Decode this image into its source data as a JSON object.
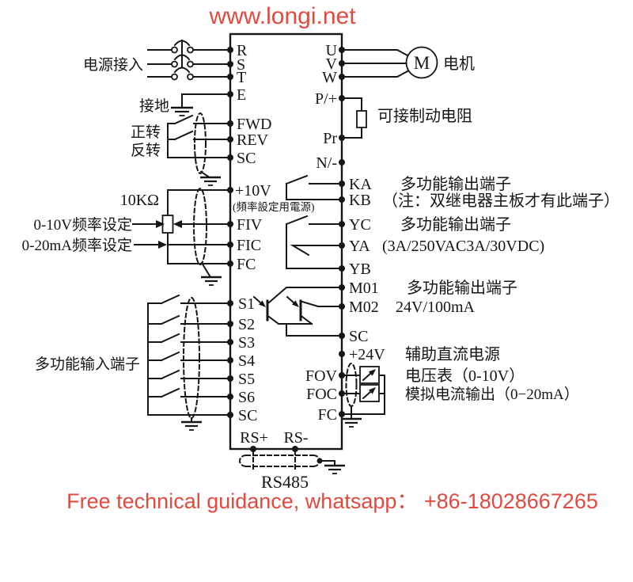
{
  "header": {
    "site_url": "www.longi.net"
  },
  "footer": {
    "contact_line": "Free technical guidance, whatsapp： +86-18028667265"
  },
  "colors": {
    "accent_red": "#e04a3f",
    "line": "#161616"
  },
  "inverter": {
    "left_terminals": {
      "r": "R",
      "s": "S",
      "t": "T",
      "e": "E",
      "fwd": "FWD",
      "rev": "REV",
      "sc": "SC",
      "v10": "+10V",
      "fiv": "FIV",
      "fic": "FIC",
      "fc": "FC",
      "s1": "S1",
      "s2": "S2",
      "s3": "S3",
      "s4": "S4",
      "s5": "S5",
      "s6": "S6",
      "sc2": "SC"
    },
    "right_terminals": {
      "u": "U",
      "v": "V",
      "w": "W",
      "p_plus": "P/+",
      "pr": "Pr",
      "n_minus": "N/-",
      "ka": "KA",
      "kb": "KB",
      "yc": "YC",
      "ya": "YA",
      "yb": "YB",
      "m01": "M01",
      "m02": "M02",
      "sc": "SC",
      "v24": "+24V",
      "fov": "FOV",
      "foc": "FOC",
      "fc": "FC"
    },
    "bottom_terminals": {
      "rs_plus": "RS+",
      "rs_minus": "RS-"
    },
    "notes": {
      "v10_note": "(頻率設定用電源)"
    }
  },
  "external": {
    "power_in": "电源接入",
    "ground": "接地",
    "forward": "正转",
    "reverse": "反转",
    "pot": "10KΩ",
    "freq_v": "0-10V频率设定",
    "freq_i": "0-20mA频率设定",
    "multi_in": "多功能输入端子",
    "motor": "电机",
    "motor_symbol": "M",
    "brake": "可接制动电阻",
    "rs485": "RS485",
    "ka_desc": "多功能输出端子",
    "kb_desc": "（注：双继电器主板才有此端子）",
    "yc_desc": "多功能输出端子",
    "ya_desc": "(3A/250VAC3A/30VDC)",
    "m01_desc": "多功能输出端子",
    "m02_desc": "24V/100mA",
    "v24_desc": "辅助直流电源",
    "fov_desc": "电压表（0-10V）",
    "foc_desc": "模拟电流输出（0−20mA）"
  }
}
